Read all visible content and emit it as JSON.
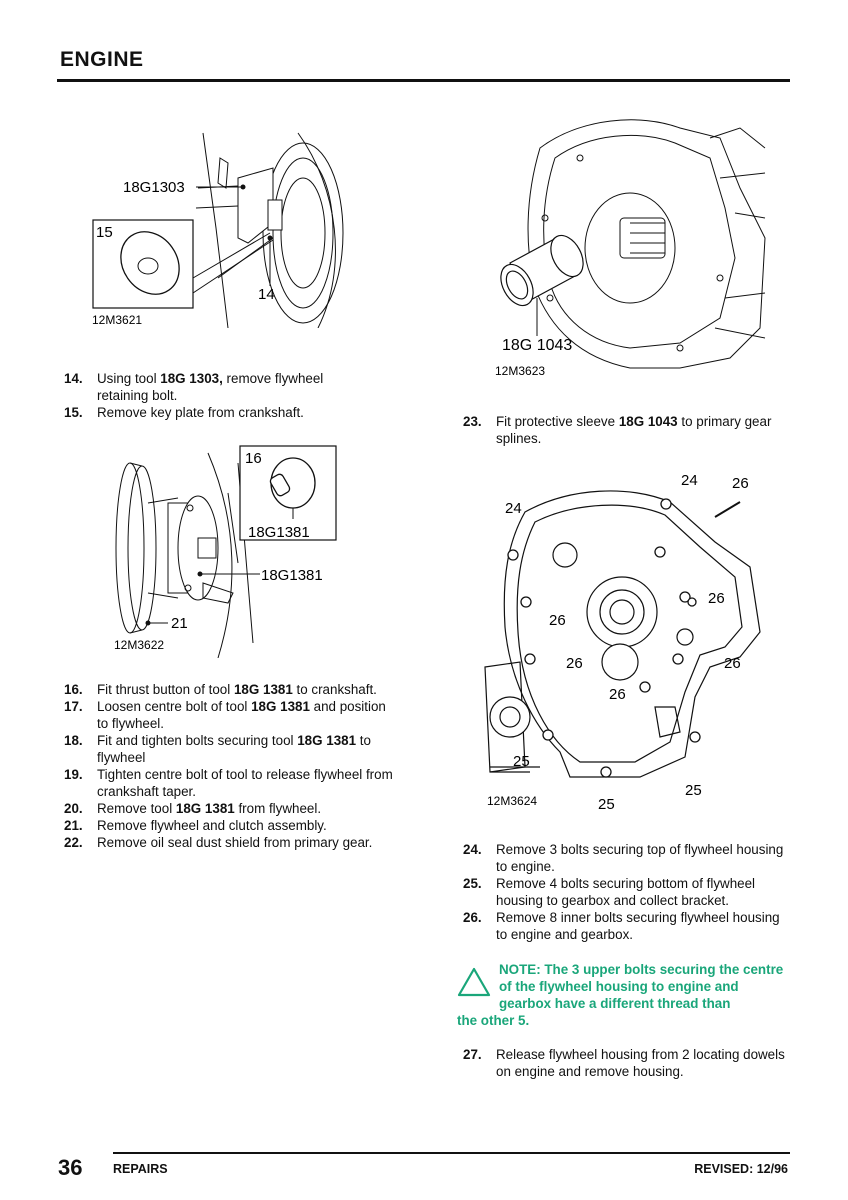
{
  "header": {
    "title": "ENGINE"
  },
  "figures": {
    "fig1": {
      "id": "12M3621",
      "tool": "18G1303",
      "callout_a": "15",
      "callout_b": "14"
    },
    "fig2": {
      "id": "12M3623",
      "tool": "18G 1043"
    },
    "fig3": {
      "id": "12M3622",
      "inset_callout": "16",
      "inset_tool": "18G1381",
      "tool": "18G1381",
      "callout": "21"
    },
    "fig4": {
      "id": "12M3624",
      "labels": [
        "24",
        "26",
        "24",
        "26",
        "26",
        "26",
        "26",
        "26",
        "25",
        "25",
        "25"
      ]
    }
  },
  "steps_a": [
    {
      "num": "14.",
      "pre": "Using tool ",
      "bold": "18G 1303,",
      "post": "  remove flywheel retaining bolt."
    },
    {
      "num": "15.",
      "pre": "Remove key plate from crankshaft.",
      "bold": "",
      "post": ""
    }
  ],
  "steps_b": [
    {
      "num": "16.",
      "pre": "Fit thrust button of tool ",
      "bold": "18G 1381",
      "post": " to crankshaft."
    },
    {
      "num": "17.",
      "pre": "Loosen centre bolt of tool ",
      "bold": "18G 1381",
      "post": " and position to flywheel."
    },
    {
      "num": "18.",
      "pre": "Fit and tighten bolts securing tool ",
      "bold": "18G 1381",
      "post": " to flywheel"
    },
    {
      "num": "19.",
      "pre": "Tighten centre bolt of tool to release flywheel from crankshaft taper.",
      "bold": "",
      "post": ""
    },
    {
      "num": "20.",
      "pre": "Remove tool ",
      "bold": "18G 1381",
      "post": " from flywheel."
    },
    {
      "num": "21.",
      "pre": "Remove flywheel and clutch assembly.",
      "bold": "",
      "post": ""
    },
    {
      "num": "22.",
      "pre": "Remove oil seal dust shield from primary gear.",
      "bold": "",
      "post": ""
    }
  ],
  "steps_c": [
    {
      "num": "23.",
      "pre": "Fit protective sleeve ",
      "bold": "18G 1043",
      "post": " to primary gear splines."
    }
  ],
  "steps_d": [
    {
      "num": "24.",
      "pre": "Remove 3 bolts securing top of flywheel housing to engine.",
      "bold": "",
      "post": ""
    },
    {
      "num": "25.",
      "pre": "Remove 4 bolts securing bottom of flywheel housing to gearbox and collect bracket.",
      "bold": "",
      "post": ""
    },
    {
      "num": "26.",
      "pre": "Remove 8 inner bolts securing flywheel housing to engine and gearbox.",
      "bold": "",
      "post": ""
    }
  ],
  "note": {
    "line1": "NOTE: The 3 upper bolts securing the centre of the flywheel housing to engine and gearbox have a different thread than",
    "line2": "the other 5."
  },
  "steps_e": [
    {
      "num": "27.",
      "pre": "Release flywheel housing from 2 locating dowels on engine and remove housing.",
      "bold": "",
      "post": ""
    }
  ],
  "footer": {
    "page": "36",
    "section": "REPAIRS",
    "revised": "REVISED: 12/96"
  },
  "colors": {
    "note": "#1aa67a",
    "text": "#111111"
  }
}
